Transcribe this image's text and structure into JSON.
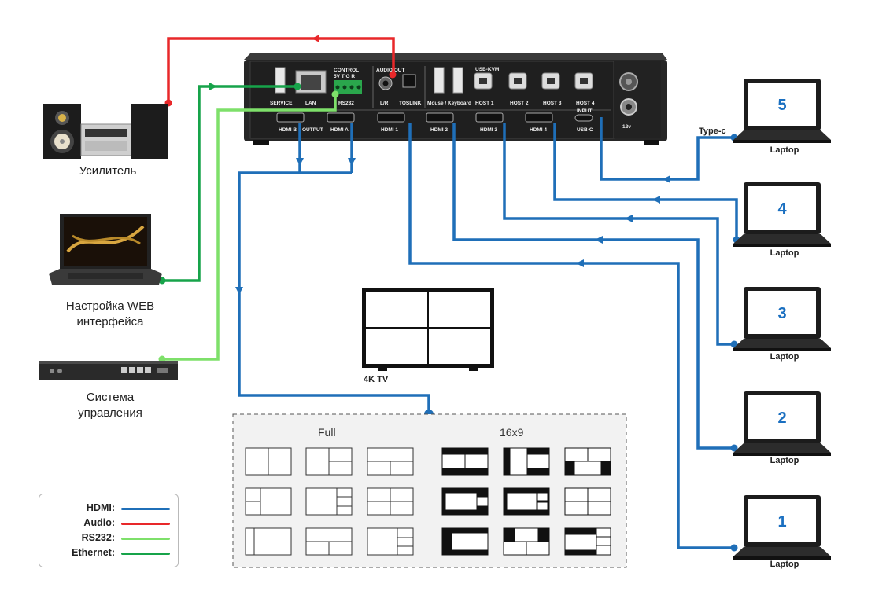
{
  "device": {
    "labels": {
      "service": "SERVICE",
      "lan": "LAN",
      "control": "CONTROL",
      "control_pins": "5V T G R",
      "rs232": "RS232",
      "audio_out": "AUDIO OUT",
      "lr": "L/R",
      "toslink": "TOSLINK",
      "mouse_keyboard": "Mouse / Keyboard",
      "usb_kvm": "USB-KVM",
      "host1": "HOST 1",
      "host2": "HOST 2",
      "host3": "HOST 3",
      "host4": "HOST 4",
      "hdmi_b": "HDMI B",
      "output": "OUTPUT",
      "hdmi_a": "HDMI A",
      "hdmi1": "HDMI 1",
      "hdmi2": "HDMI 2",
      "hdmi3": "HDMI 3",
      "hdmi4": "HDMI 4",
      "input": "INPUT",
      "usbc": "USB-C",
      "power": "12v"
    }
  },
  "left_devices": {
    "amplifier": "Усилитель",
    "web_setup_line1": "Настройка WEB",
    "web_setup_line2": "интерфейса",
    "control_line1": "Система",
    "control_line2": "управления"
  },
  "laptops": [
    {
      "number": "5",
      "label": "Laptop",
      "extra": "Type-c"
    },
    {
      "number": "4",
      "label": "Laptop"
    },
    {
      "number": "3",
      "label": "Laptop"
    },
    {
      "number": "2",
      "label": "Laptop"
    },
    {
      "number": "1",
      "label": "Laptop"
    }
  ],
  "tv": {
    "label": "4K TV"
  },
  "layouts": {
    "full_title": "Full",
    "ratio_title": "16x9"
  },
  "legend": [
    {
      "name": "HDMI:",
      "color": "#1f6fb8"
    },
    {
      "name": "Audio:",
      "color": "#e8282a"
    },
    {
      "name": "RS232:",
      "color": "#7ee06a"
    },
    {
      "name": "Ethernet:",
      "color": "#17a34a"
    }
  ],
  "colors": {
    "hdmi": "#1f6fb8",
    "audio": "#e8282a",
    "rs232": "#7ee06a",
    "ethernet": "#17a34a",
    "laptop_number": "#1a6fc0"
  }
}
